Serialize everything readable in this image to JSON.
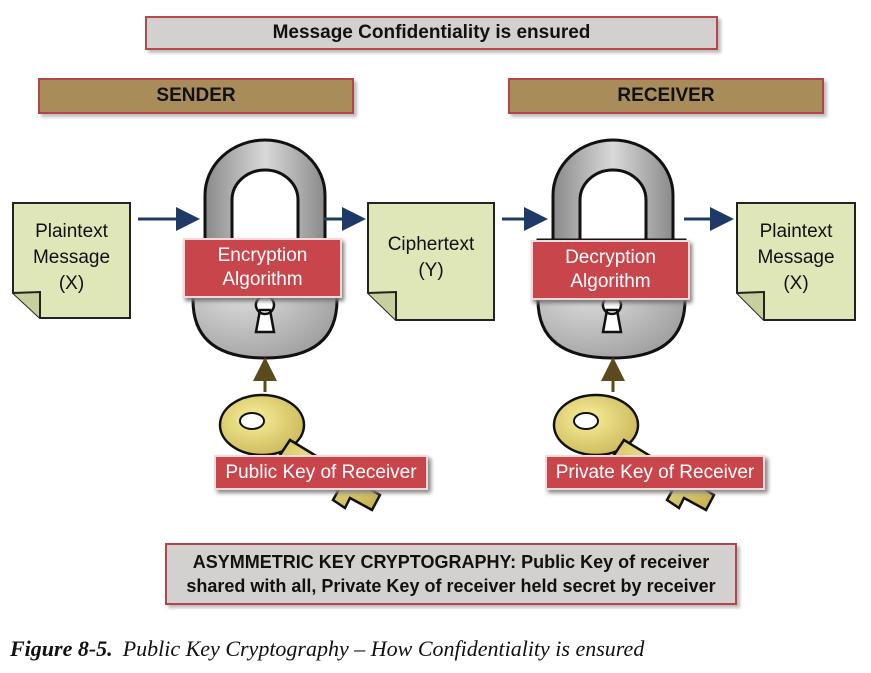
{
  "top_banner": "Message Confidentiality is ensured",
  "sender_label": "SENDER",
  "receiver_label": "RECEIVER",
  "plaintext_left": {
    "line1": "Plaintext",
    "line2": "Message",
    "line3": "(X)"
  },
  "ciphertext": {
    "line1": "Ciphertext",
    "line2": "(Y)"
  },
  "plaintext_right": {
    "line1": "Plaintext",
    "line2": "Message",
    "line3": "(X)"
  },
  "encryption": {
    "line1": "Encryption",
    "line2": "Algorithm"
  },
  "decryption": {
    "line1": "Decryption",
    "line2": "Algorithm"
  },
  "public_key": "Public Key of Receiver",
  "private_key": "Private Key of Receiver",
  "bottom_banner": {
    "line1": "ASYMMETRIC KEY CRYPTOGRAPHY: Public Key of receiver",
    "line2": "shared with all, Private Key of receiver held secret by receiver"
  },
  "caption": {
    "figure": "Figure 8-5.",
    "text": "Public Key Cryptography – How Confidentiality is ensured"
  },
  "colors": {
    "banner_gray": "#d3d1d0",
    "role_tan": "#a88c59",
    "algo_red": "#c8454b",
    "note_green": "#dfe6b8",
    "arrow_navy": "#1f3a66",
    "arrow_olive": "#5a4a1c"
  }
}
